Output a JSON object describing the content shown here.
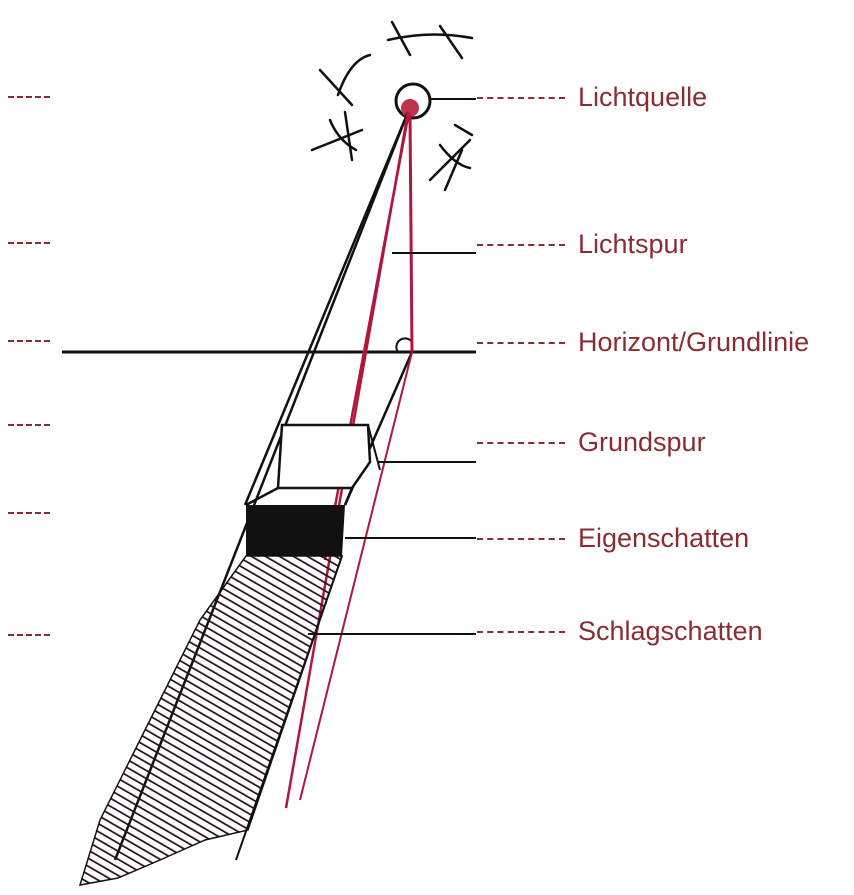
{
  "colors": {
    "label_text": "#8b2c33",
    "ink": "#111111",
    "light_ray": "#b0173a",
    "hatch": "#2a0f22"
  },
  "labels": {
    "light_source": "Lichtquelle",
    "light_trace": "Lichtspur",
    "horizon": "Horizont/Grundlinie",
    "ground_trace": "Grundspur",
    "own_shadow": "Eigenschatten",
    "cast_shadow": "Schlagschatten"
  }
}
